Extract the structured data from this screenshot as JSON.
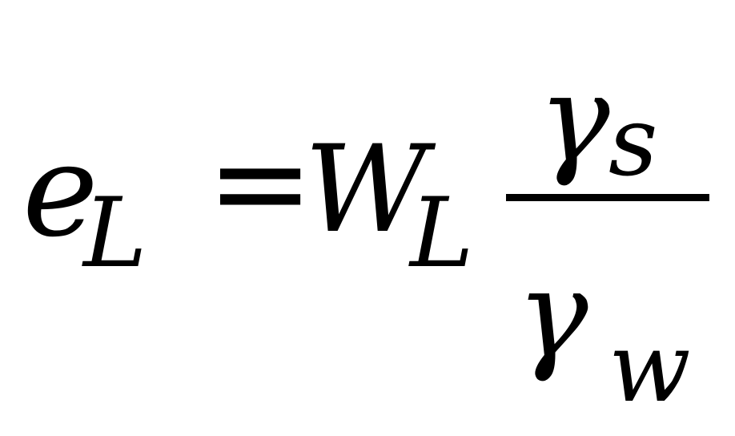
{
  "equation": {
    "lhs": {
      "symbol": "e",
      "subscript": "L"
    },
    "operator": "=",
    "rhs": {
      "coefficient": {
        "symbol": "W",
        "subscript": "L"
      },
      "fraction": {
        "numerator": {
          "symbol": "γ",
          "subscript": "s"
        },
        "denominator": {
          "symbol": "γ",
          "subscript": "w"
        }
      }
    }
  }
}
